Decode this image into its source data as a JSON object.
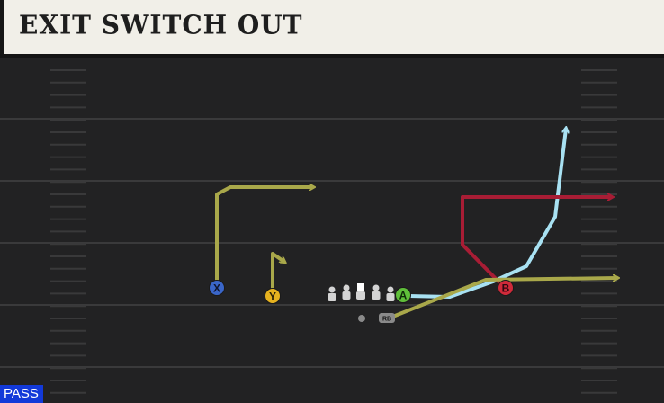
{
  "header": {
    "title": "EXIT SWITCH OUT"
  },
  "footer": {
    "play_type": "PASS"
  },
  "players": {
    "x": {
      "label": "X",
      "color": "#3a66c9"
    },
    "y": {
      "label": "Y",
      "color": "#e6b21f"
    },
    "a": {
      "label": "A",
      "color": "#5fbf3a"
    },
    "b": {
      "label": "B",
      "color": "#d02a3a"
    },
    "rb": {
      "label": "RB"
    }
  },
  "route_colors": {
    "olive": "#a9a84a",
    "light_blue": "#a8e1f2",
    "red": "#a81d35"
  },
  "icons": [
    "x-receiver-icon",
    "y-receiver-icon",
    "a-receiver-icon",
    "b-receiver-icon",
    "running-back-icon",
    "quarterback-icon",
    "lineman-icon",
    "center-icon"
  ]
}
